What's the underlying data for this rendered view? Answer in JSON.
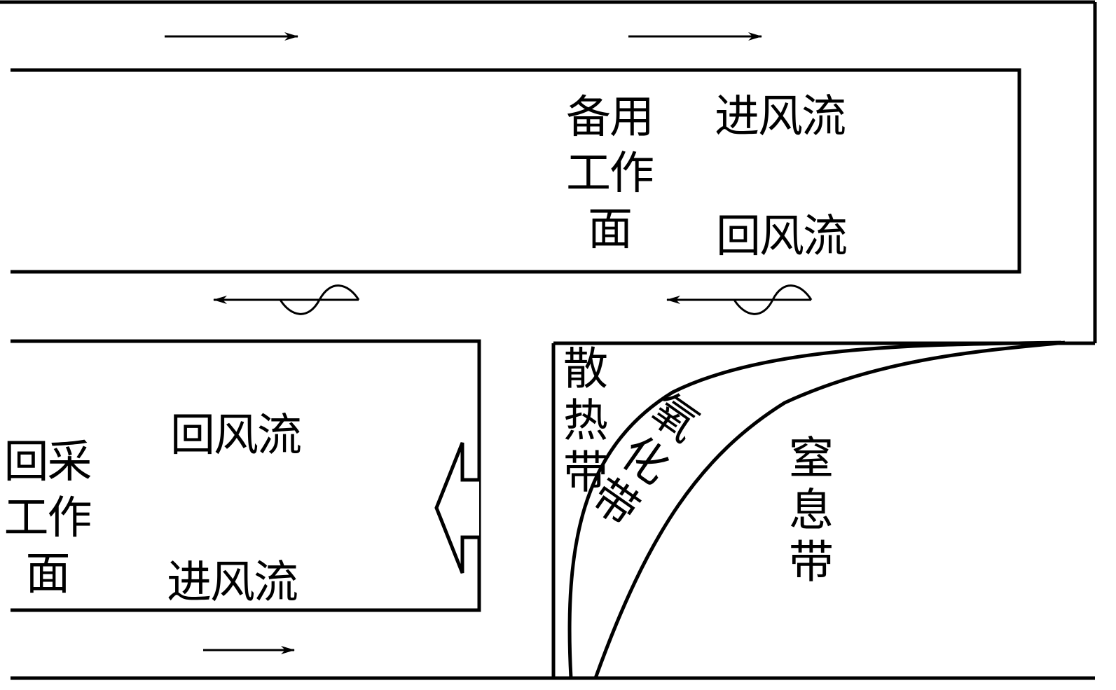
{
  "labels": {
    "backup_face_line1": "备用",
    "backup_face_line2": "工作",
    "backup_face_line3": "面",
    "intake_flow_top": "进风流",
    "return_flow_top": "回风流",
    "return_flow_left": "回风流",
    "intake_flow_left": "进风流",
    "mining_face_line1": "回采",
    "mining_face_line2": "工作",
    "mining_face_line3": "面",
    "heat_dissipation_zone": "散热带",
    "oxidation_zone": "氧化带",
    "suffocation_zone": "窒息带"
  },
  "colors": {
    "stroke": "#000000",
    "background": "#ffffff"
  },
  "icons": {
    "intake_arrow": "arrow-right-icon",
    "return_arrow": "wavy-arrow-left-icon",
    "advance_arrow": "hollow-arrow-left-icon"
  }
}
